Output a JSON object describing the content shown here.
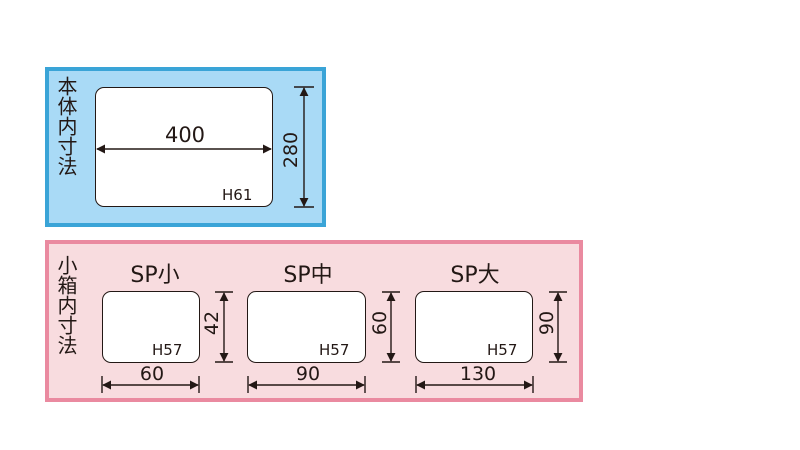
{
  "body_section": {
    "title": "本体内寸法",
    "width": "400",
    "depth": "280",
    "height": "H61"
  },
  "small_box_section": {
    "title": "小箱内寸法",
    "boxes": [
      {
        "name": "SP小",
        "width": "60",
        "depth": "42",
        "height": "H57"
      },
      {
        "name": "SP中",
        "width": "90",
        "depth": "60",
        "height": "H57"
      },
      {
        "name": "SP大",
        "width": "130",
        "depth": "90",
        "height": "H57"
      }
    ]
  },
  "colors": {
    "body_fill": "#a9daf6",
    "body_border": "#3aa4d7",
    "small_fill": "#f8dcdf",
    "small_border": "#ea8aa0",
    "line": "#231815"
  }
}
